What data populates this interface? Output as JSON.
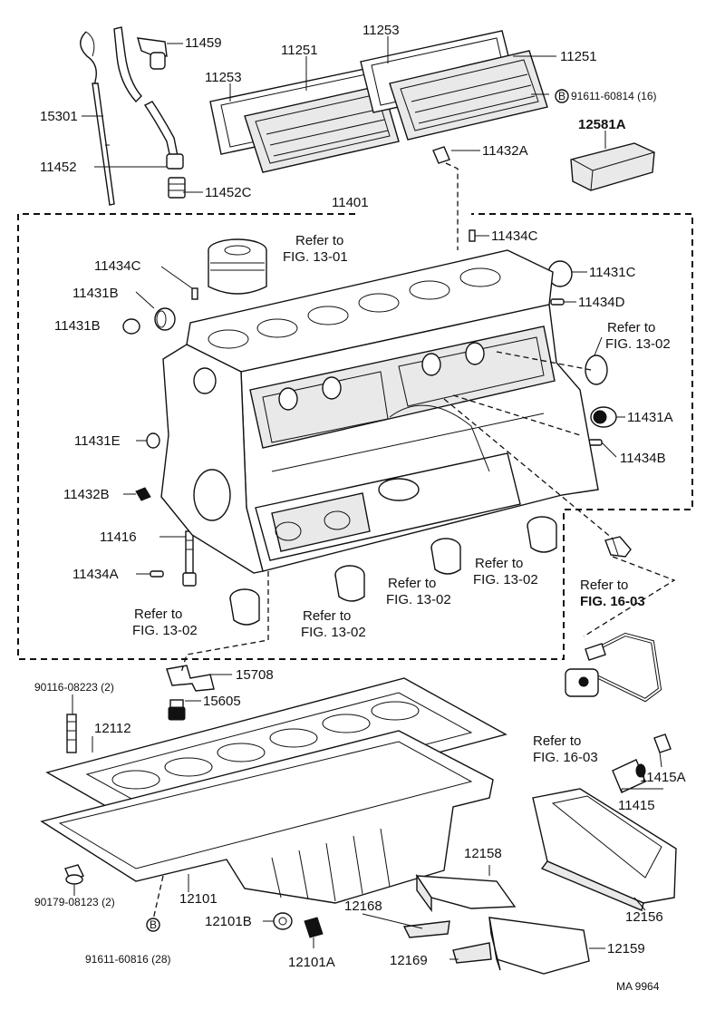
{
  "diagram_code": "MA 9964",
  "callouts": {
    "c11459": "11459",
    "c15301": "15301",
    "c11452": "11452",
    "c11452C": "11452C",
    "c11251_l": "11251",
    "c11253_t": "11253",
    "c11251_r": "11251",
    "c11253_l": "11253",
    "c91611_60814": "91611-60814 (16)",
    "c12581A": "12581A",
    "c11432A": "11432A",
    "c11401": "11401",
    "c11434C_r": "11434C",
    "c11434C_l": "11434C",
    "c11431B_1": "11431B",
    "c11431B_2": "11431B",
    "c11431C": "11431C",
    "c11434D": "11434D",
    "c11431A": "11431A",
    "c11434B": "11434B",
    "c11431E": "11431E",
    "c11432B": "11432B",
    "c11416": "11416",
    "c11434A": "11434A",
    "c15708": "15708",
    "c15605": "15605",
    "c90116_08223": "90116-08223 (2)",
    "c12112": "12112",
    "c12101": "12101",
    "c90179_08123": "90179-08123 (2)",
    "c91611_60816": "91611-60816 (28)",
    "c12101B": "12101B",
    "c12101A": "12101A",
    "c12168": "12168",
    "c12169": "12169",
    "c12158": "12158",
    "c12159": "12159",
    "c12156": "12156",
    "c11415A": "11415A",
    "c11415": "11415"
  },
  "refs": {
    "r1_a": "Refer to",
    "r1_b": "FIG. 13-01",
    "r2_a": "Refer to",
    "r2_b": "FIG. 13-02",
    "r3_a": "Refer to",
    "r3_b": "FIG. 13-02",
    "r4_a": "Refer to",
    "r4_b": "FIG. 13-02",
    "r5_a": "Refer to",
    "r5_b": "FIG. 13-02",
    "r6_a": "Refer to",
    "r6_b": "FIG. 13-02",
    "r7_a": "Refer to",
    "r7_b": "FIG. 16-03",
    "r8_a": "Refer to",
    "r8_b": "FIG. 16-03"
  },
  "bolt_mark": "B"
}
